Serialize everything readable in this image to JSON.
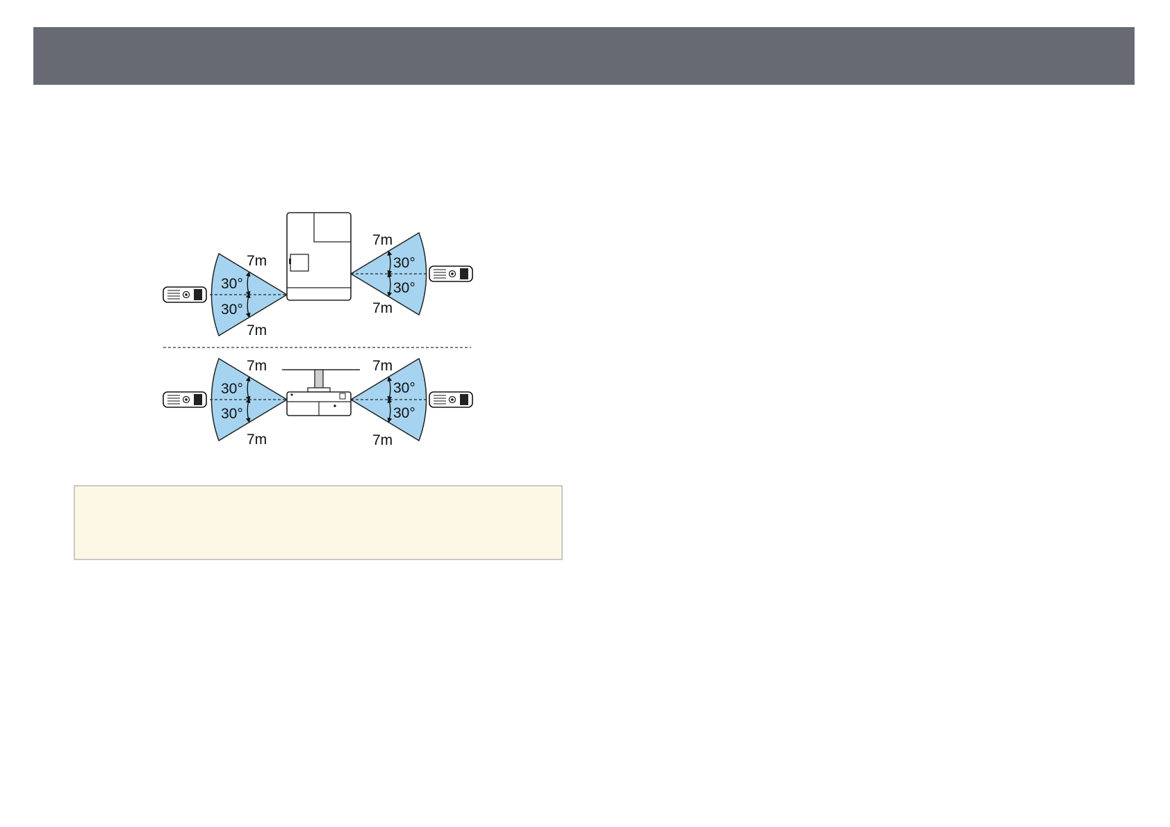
{
  "header": {
    "color": "#676a72"
  },
  "diagram": {
    "colors": {
      "sector": "#a6d4f0",
      "outline": "#222222"
    },
    "top_view": {
      "left": {
        "distance_upper": "7m",
        "distance_lower": "7m",
        "angle_upper": "30°",
        "angle_lower": "30°"
      },
      "right": {
        "distance_upper": "7m",
        "distance_lower": "7m",
        "angle_upper": "30°",
        "angle_lower": "30°"
      }
    },
    "side_view": {
      "left": {
        "distance_upper": "7m",
        "distance_lower": "7m",
        "angle_upper": "30°",
        "angle_lower": "30°"
      },
      "right": {
        "distance_upper": "7m",
        "distance_lower": "7m",
        "angle_upper": "30°",
        "angle_lower": "30°"
      }
    },
    "icons": [
      "remote-control-icon",
      "projector-top-view-icon",
      "projector-ceiling-mount-icon"
    ]
  },
  "note": {
    "background": "#fdf8e6"
  }
}
